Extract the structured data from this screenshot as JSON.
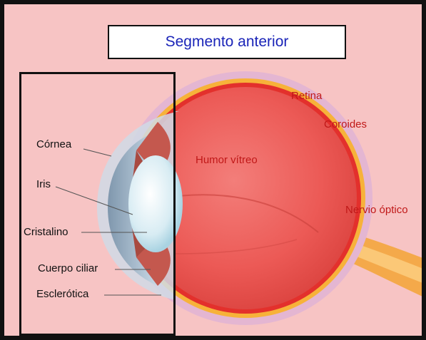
{
  "title": "Segmento anterior",
  "colors": {
    "background": "#f7c4c4",
    "title_text": "#1a24b8",
    "red_label": "#c01818",
    "dark_label": "#111111"
  },
  "labels_left": {
    "cornea": "Córnea",
    "iris": "Iris",
    "cristalino": "Cristalino",
    "cuerpo_ciliar": "Cuerpo ciliar",
    "esclerotica": "Esclerótica"
  },
  "labels_right": {
    "retina": "Retina",
    "coroides": "Coroides",
    "humor_vitreo": "Humor vítreo",
    "nervio_optico": "Nervio óptico"
  }
}
